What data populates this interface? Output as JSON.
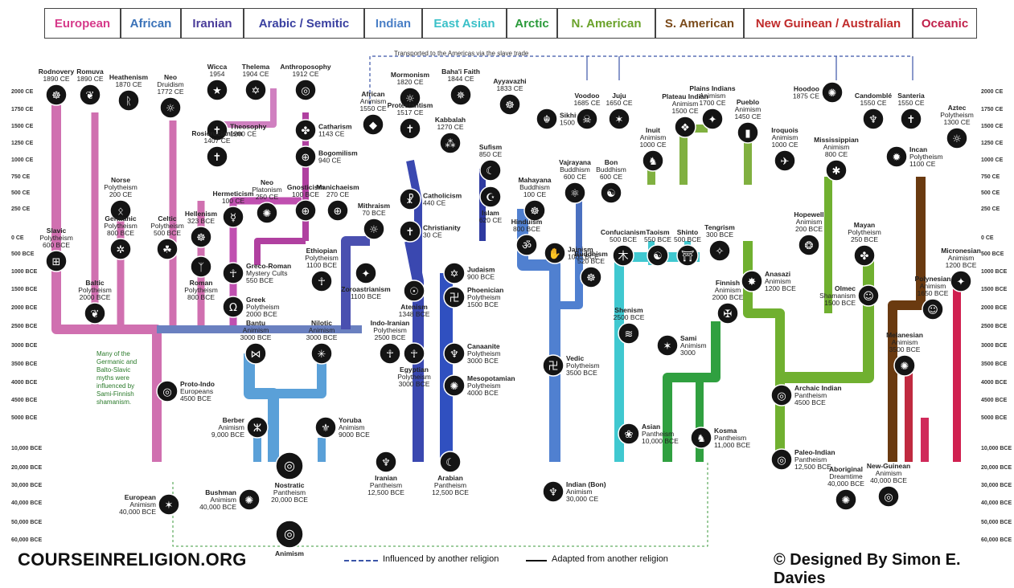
{
  "categories": [
    {
      "label": "European",
      "color": "#d63a8a"
    },
    {
      "label": "African",
      "color": "#3a72b8"
    },
    {
      "label": "Iranian",
      "color": "#4a3c9a"
    },
    {
      "label": "Arabic / Semitic",
      "color": "#3a40a0"
    },
    {
      "label": "Indian",
      "color": "#4a7fc6"
    },
    {
      "label": "East Asian",
      "color": "#3ac0c8"
    },
    {
      "label": "Arctic",
      "color": "#2a9a3a"
    },
    {
      "label": "N. American",
      "color": "#6aa22a"
    },
    {
      "label": "S. American",
      "color": "#7a4a1a"
    },
    {
      "label": "New Guinean / Australian",
      "color": "#c02a2a"
    },
    {
      "label": "Oceanic",
      "color": "#c0204a"
    }
  ],
  "timeline_left": [
    "2000 CE",
    "1750 CE",
    "1500 CE",
    "1250 CE",
    "1000 CE",
    "750 CE",
    "500 CE",
    "250 CE",
    "0 CE",
    "500 BCE",
    "1000 BCE",
    "1500 BCE",
    "2000 BCE",
    "2500 BCE",
    "3000 BCE",
    "3500 BCE",
    "4000 BCE",
    "4500 BCE",
    "5000 BCE",
    "10,000 BCE",
    "20,000 BCE",
    "30,000 BCE",
    "40,000 BCE",
    "50,000 BCE",
    "60,000 BCE"
  ],
  "timeline_right": [
    "2000 CE",
    "1750 CE",
    "1500 CE",
    "1250 CE",
    "1000 CE",
    "750 CE",
    "500 CE",
    "250 CE",
    "0 CE",
    "500 BCE",
    "1000 BCE",
    "1500 BCE",
    "2000 BCE",
    "2500 BCE",
    "3000 BCE",
    "3500 BCE",
    "4000 BCE",
    "4500 BCE",
    "5000 BCE",
    "10,000 BCE",
    "20,000 BCE",
    "30,000 BCE",
    "40,000 BCE",
    "50,000 BCE",
    "60,000 BCE"
  ],
  "top_note": "Transported to the Americas via the slave trade",
  "side_note": "Many of the Germanic and Balto-Slavic myths were influenced by Sami-Finnish shamanism.",
  "legend": {
    "dashed": "Influenced by another religion",
    "solid": "Adapted from another religion"
  },
  "footer": {
    "site": "COURSEINRELIGION.ORG",
    "credit": "© Designed By   Simon E. Davies"
  },
  "nodes": [
    {
      "id": "rodnovery",
      "lines": [
        "Rodnovery",
        "1890 CE"
      ]
    },
    {
      "id": "romuva",
      "lines": [
        "Romuva",
        "1890 CE"
      ]
    },
    {
      "id": "heathenism",
      "lines": [
        "Heathenism",
        "1870 CE"
      ]
    },
    {
      "id": "neo-druidism",
      "lines": [
        "Neo",
        "Druidism",
        "1772 CE"
      ]
    },
    {
      "id": "wicca",
      "lines": [
        "Wicca",
        "1954"
      ]
    },
    {
      "id": "thelema",
      "lines": [
        "Thelema",
        "1904 CE"
      ]
    },
    {
      "id": "anthroposophy",
      "lines": [
        "Anthroposophy",
        "1912 CE"
      ]
    },
    {
      "id": "theosophy",
      "lines": [
        "Theosophy",
        "1200 CE"
      ]
    },
    {
      "id": "catharism",
      "lines": [
        "Catharism",
        "1143 CE"
      ]
    },
    {
      "id": "rosicrucianism",
      "lines": [
        "Rosicrucianism",
        "1407 CE"
      ]
    },
    {
      "id": "bogomilism",
      "lines": [
        "Bogomilism",
        "940 CE"
      ]
    },
    {
      "id": "norse",
      "lines": [
        "Norse",
        "Polytheism",
        "200 CE"
      ]
    },
    {
      "id": "hermeticism",
      "lines": [
        "Hermeticism",
        "100 CE"
      ]
    },
    {
      "id": "neo-platonism",
      "lines": [
        "Neo",
        "Platonism",
        "250 CE"
      ]
    },
    {
      "id": "gnosticism",
      "lines": [
        "Gnosticism",
        "100 BCE"
      ]
    },
    {
      "id": "slavic",
      "lines": [
        "Slavic",
        "Polytheism",
        "600 BCE"
      ]
    },
    {
      "id": "germanic",
      "lines": [
        "Germanic",
        "Polytheism",
        "800 BCE"
      ]
    },
    {
      "id": "celtic",
      "lines": [
        "Celtic",
        "Polytheism",
        "500 BCE"
      ]
    },
    {
      "id": "hellenism",
      "lines": [
        "Hellenism",
        "323 BCE"
      ]
    },
    {
      "id": "baltic",
      "lines": [
        "Baltic",
        "Polytheism",
        "2000 BCE"
      ]
    },
    {
      "id": "roman",
      "lines": [
        "Roman",
        "Polytheism",
        "800 BCE"
      ]
    },
    {
      "id": "greco-roman",
      "lines": [
        "Greco-Roman",
        "Mystery Cults",
        "550 BCE"
      ]
    },
    {
      "id": "greek",
      "lines": [
        "Greek",
        "Polytheism",
        "2000 BCE"
      ]
    },
    {
      "id": "african",
      "lines": [
        "African",
        "Animism",
        "1550 CE"
      ]
    },
    {
      "id": "mormonism",
      "lines": [
        "Mormonism",
        "1820 CE"
      ]
    },
    {
      "id": "bahai",
      "lines": [
        "Baha'i Faith",
        "1844 CE"
      ]
    },
    {
      "id": "ayyavazhi",
      "lines": [
        "Ayyavazhi",
        "1833 CE"
      ]
    },
    {
      "id": "kabbalah",
      "lines": [
        "Kabbalah",
        "1270 CE"
      ]
    },
    {
      "id": "protestantism",
      "lines": [
        "Protestantism",
        "1517 CE"
      ]
    },
    {
      "id": "sikhism",
      "lines": [
        "Sikhism",
        "1500 CE"
      ]
    },
    {
      "id": "sufism",
      "lines": [
        "Sufism",
        "850 CE"
      ]
    },
    {
      "id": "manichaeism",
      "lines": [
        "Manichaeism",
        "270 CE"
      ]
    },
    {
      "id": "catholicism",
      "lines": [
        "Catholicism",
        "440 CE"
      ]
    },
    {
      "id": "mithraism",
      "lines": [
        "Mithraism",
        "70 BCE"
      ]
    },
    {
      "id": "christianity",
      "lines": [
        "Christianity",
        "30 CE"
      ]
    },
    {
      "id": "islam",
      "lines": [
        "Islam",
        "620 CE"
      ]
    },
    {
      "id": "zoroastrianism",
      "lines": [
        "Zoroastrianism",
        "1100 BCE"
      ]
    },
    {
      "id": "judaism",
      "lines": [
        "Judaism",
        "900 BCE"
      ]
    },
    {
      "id": "atenism",
      "lines": [
        "Atenism",
        "1348 BCE"
      ]
    },
    {
      "id": "phoenician",
      "lines": [
        "Phoenician",
        "Polytheism",
        "1500 BCE"
      ]
    },
    {
      "id": "ethiopian",
      "lines": [
        "Ethiopian",
        "Polytheism",
        "1100 BCE"
      ]
    },
    {
      "id": "canaanite",
      "lines": [
        "Canaanite",
        "Polytheism",
        "3000 BCE"
      ]
    },
    {
      "id": "bantu",
      "lines": [
        "Bantu",
        "Animism",
        "3000 BCE"
      ]
    },
    {
      "id": "nilotic",
      "lines": [
        "Nilotic",
        "Animism",
        "3000 BCE"
      ]
    },
    {
      "id": "indo-iranian",
      "lines": [
        "Indo-Iranian",
        "Polytheism",
        "2500 BCE"
      ]
    },
    {
      "id": "egyptian",
      "lines": [
        "Egyptian",
        "Polytheism",
        "3000 BCE"
      ]
    },
    {
      "id": "mesopotamian",
      "lines": [
        "Mesopotamian",
        "Polytheism",
        "4000 BCE"
      ]
    },
    {
      "id": "proto-indo",
      "lines": [
        "Proto-Indo",
        "Europeans",
        "4500 BCE"
      ]
    },
    {
      "id": "berber",
      "lines": [
        "Berber",
        "Animism",
        "9,000 BCE"
      ]
    },
    {
      "id": "yoruba",
      "lines": [
        "Yoruba",
        "Animism",
        "9000 BCE"
      ]
    },
    {
      "id": "european",
      "lines": [
        "European",
        "Animism",
        "40,000 BCE"
      ]
    },
    {
      "id": "bushman",
      "lines": [
        "Bushman",
        "Animism",
        "40,000 BCE"
      ]
    },
    {
      "id": "nostratic",
      "lines": [
        "Nostratic",
        "Pantheism",
        "20,000 BCE"
      ]
    },
    {
      "id": "iranian",
      "lines": [
        "Iranian",
        "Pantheism",
        "12,500 BCE"
      ]
    },
    {
      "id": "arabian",
      "lines": [
        "Arabian",
        "Pantheism",
        "12,500 BCE"
      ]
    },
    {
      "id": "animism",
      "lines": [
        "Animism"
      ]
    },
    {
      "id": "mahayana",
      "lines": [
        "Mahayana",
        "Buddhism",
        "100 CE"
      ]
    },
    {
      "id": "vajrayana",
      "lines": [
        "Vajrayana",
        "Buddhism",
        "600 CE"
      ]
    },
    {
      "id": "bon",
      "lines": [
        "Bon",
        "Buddhism",
        "600 CE"
      ]
    },
    {
      "id": "hinduism",
      "lines": [
        "Hinduism",
        "800 BCE"
      ]
    },
    {
      "id": "jainism",
      "lines": [
        "Jainism",
        "1000 BCE"
      ]
    },
    {
      "id": "buddhism",
      "lines": [
        "Buddhism",
        "520 BCE"
      ]
    },
    {
      "id": "vedic",
      "lines": [
        "Vedic",
        "Polytheism",
        "3500 BCE"
      ]
    },
    {
      "id": "indian-bon",
      "lines": [
        "Indian (Bon)",
        "Animism",
        "30,000 CE"
      ]
    },
    {
      "id": "confucianism",
      "lines": [
        "Confucianism",
        "500 BCE"
      ]
    },
    {
      "id": "taoism",
      "lines": [
        "Taoism",
        "550 BCE"
      ]
    },
    {
      "id": "shinto",
      "lines": [
        "Shinto",
        "500 BCE"
      ]
    },
    {
      "id": "tengrism",
      "lines": [
        "Tengrism",
        "300 BCE"
      ]
    },
    {
      "id": "shenism",
      "lines": [
        "Shenism",
        "2500 BCE"
      ]
    },
    {
      "id": "asian",
      "lines": [
        "Asian",
        "Pantheism",
        "10,000 BCE"
      ]
    },
    {
      "id": "voodoo",
      "lines": [
        "Voodoo",
        "1685 CE"
      ]
    },
    {
      "id": "juju",
      "lines": [
        "Juju",
        "1650 CE"
      ]
    },
    {
      "id": "plateau-indian",
      "lines": [
        "Plateau Indian",
        "Animism",
        "1500 CE"
      ]
    },
    {
      "id": "plains-indians",
      "lines": [
        "Plains Indians",
        "Animism",
        "1700 CE"
      ]
    },
    {
      "id": "pueblo",
      "lines": [
        "Pueblo",
        "Animism",
        "1450 CE"
      ]
    },
    {
      "id": "inuit",
      "lines": [
        "Inuit",
        "Animism",
        "1000 CE"
      ]
    },
    {
      "id": "hoodoo",
      "lines": [
        "Hoodoo",
        "1875 CE"
      ]
    },
    {
      "id": "candomble",
      "lines": [
        "Candomblé",
        "1550 CE"
      ]
    },
    {
      "id": "santeria",
      "lines": [
        "Santeria",
        "1550 CE"
      ]
    },
    {
      "id": "aztec",
      "lines": [
        "Aztec",
        "Polytheism",
        "1300 CE"
      ]
    },
    {
      "id": "iroquois",
      "lines": [
        "Iroquois",
        "Animism",
        "1000 CE"
      ]
    },
    {
      "id": "mississippian",
      "lines": [
        "Mississippian",
        "Animism",
        "800 CE"
      ]
    },
    {
      "id": "incan",
      "lines": [
        "Incan",
        "Polytheism",
        "1100 CE"
      ]
    },
    {
      "id": "hopewell",
      "lines": [
        "Hopewell",
        "Animism",
        "200 BCE"
      ]
    },
    {
      "id": "mayan",
      "lines": [
        "Mayan",
        "Polytheism",
        "250 BCE"
      ]
    },
    {
      "id": "anasazi",
      "lines": [
        "Anasazi",
        "Animism",
        "1200 BCE"
      ]
    },
    {
      "id": "olmec",
      "lines": [
        "Olmec",
        "Shamanism",
        "1500 BCE"
      ]
    },
    {
      "id": "finnish",
      "lines": [
        "Finnish",
        "Animism",
        "2000 BCE"
      ]
    },
    {
      "id": "sami",
      "lines": [
        "Sami",
        "Animism",
        "3000"
      ]
    },
    {
      "id": "kosma",
      "lines": [
        "Kosma",
        "Pantheism",
        "11,000 BCE"
      ]
    },
    {
      "id": "archaic-indian",
      "lines": [
        "Archaic Indian",
        "Pantheism",
        "4500 BCE"
      ]
    },
    {
      "id": "paleo-indian",
      "lines": [
        "Paleo-Indian",
        "Pantheism",
        "12,500 BCE"
      ]
    },
    {
      "id": "micronesian",
      "lines": [
        "Micronesian",
        "Animism",
        "1200 BCE"
      ]
    },
    {
      "id": "polynesian",
      "lines": [
        "Polynesian",
        "Animism",
        "1650 BCE"
      ]
    },
    {
      "id": "melanesian",
      "lines": [
        "Melanesian",
        "Animism",
        "3500 BCE"
      ]
    },
    {
      "id": "new-guinean",
      "lines": [
        "New-Guinean",
        "Animism",
        "40,000 BCE"
      ]
    },
    {
      "id": "aboriginal",
      "lines": [
        "Aboriginal",
        "Dreamtime",
        "40,000 BCE"
      ]
    }
  ]
}
